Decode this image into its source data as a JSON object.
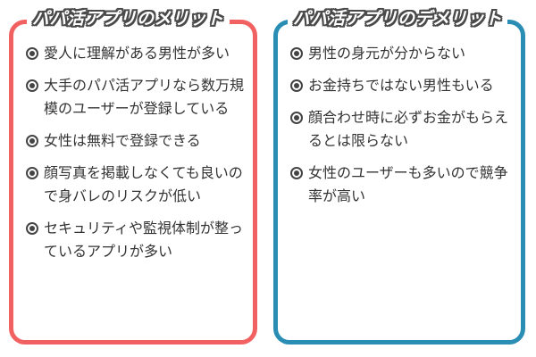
{
  "merits": {
    "title": "パパ活アプリのメリット",
    "border_color": "#f26161",
    "items": [
      "愛人に理解がある男性が多い",
      "大手のパパ活アプリなら数万規模のユーザーが登録している",
      "女性は無料で登録できる",
      "顔写真を掲載しなくても良いので身バレのリスクが低い",
      "セキュリティや監視体制が整っているアプリが多い"
    ]
  },
  "demerits": {
    "title": "パパ活アプリのデメリット",
    "border_color": "#2a8db3",
    "items": [
      "男性の身元が分からない",
      "お金持ちではない男性もいる",
      "顔合わせ時に必ずお金がもらえるとは限らない",
      "女性のユーザーも多いので競争率が高い"
    ]
  },
  "bullet_icon": "circle-dot-icon",
  "text_color": "#333333"
}
